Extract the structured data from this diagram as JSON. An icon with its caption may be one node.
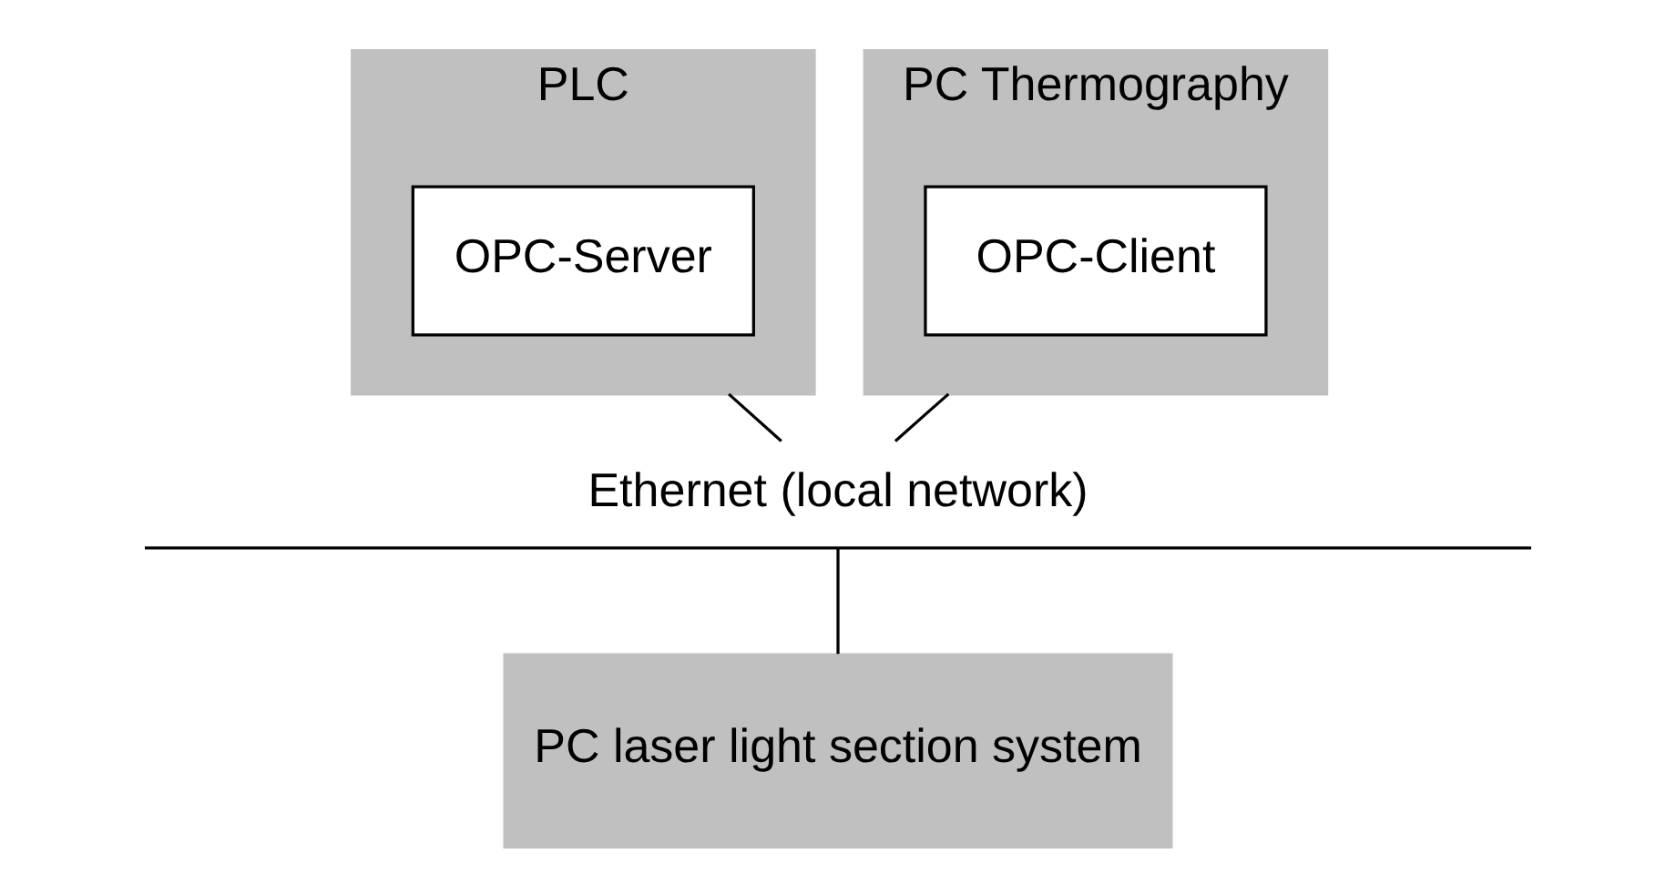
{
  "diagram": {
    "nodes": [
      {
        "text": [
          "PLC"
        ]
      },
      {
        "text": [
          "OPC-Server"
        ],
        "in": 0
      },
      {
        "text": [
          "PC Thermography"
        ]
      },
      {
        "text": [
          "OPC-Client"
        ],
        "in": 2
      },
      {
        "text": [
          "Ethernet (local network)"
        ]
      },
      {
        "text": [
          "PC laser light section system"
        ]
      }
    ],
    "edges": [
      {
        "from": 0,
        "to": 4,
        "arrow": "none"
      },
      {
        "from": 2,
        "to": 4,
        "arrow": "none"
      },
      {
        "from": 4,
        "to": 5,
        "arrow": "none"
      }
    ]
  }
}
